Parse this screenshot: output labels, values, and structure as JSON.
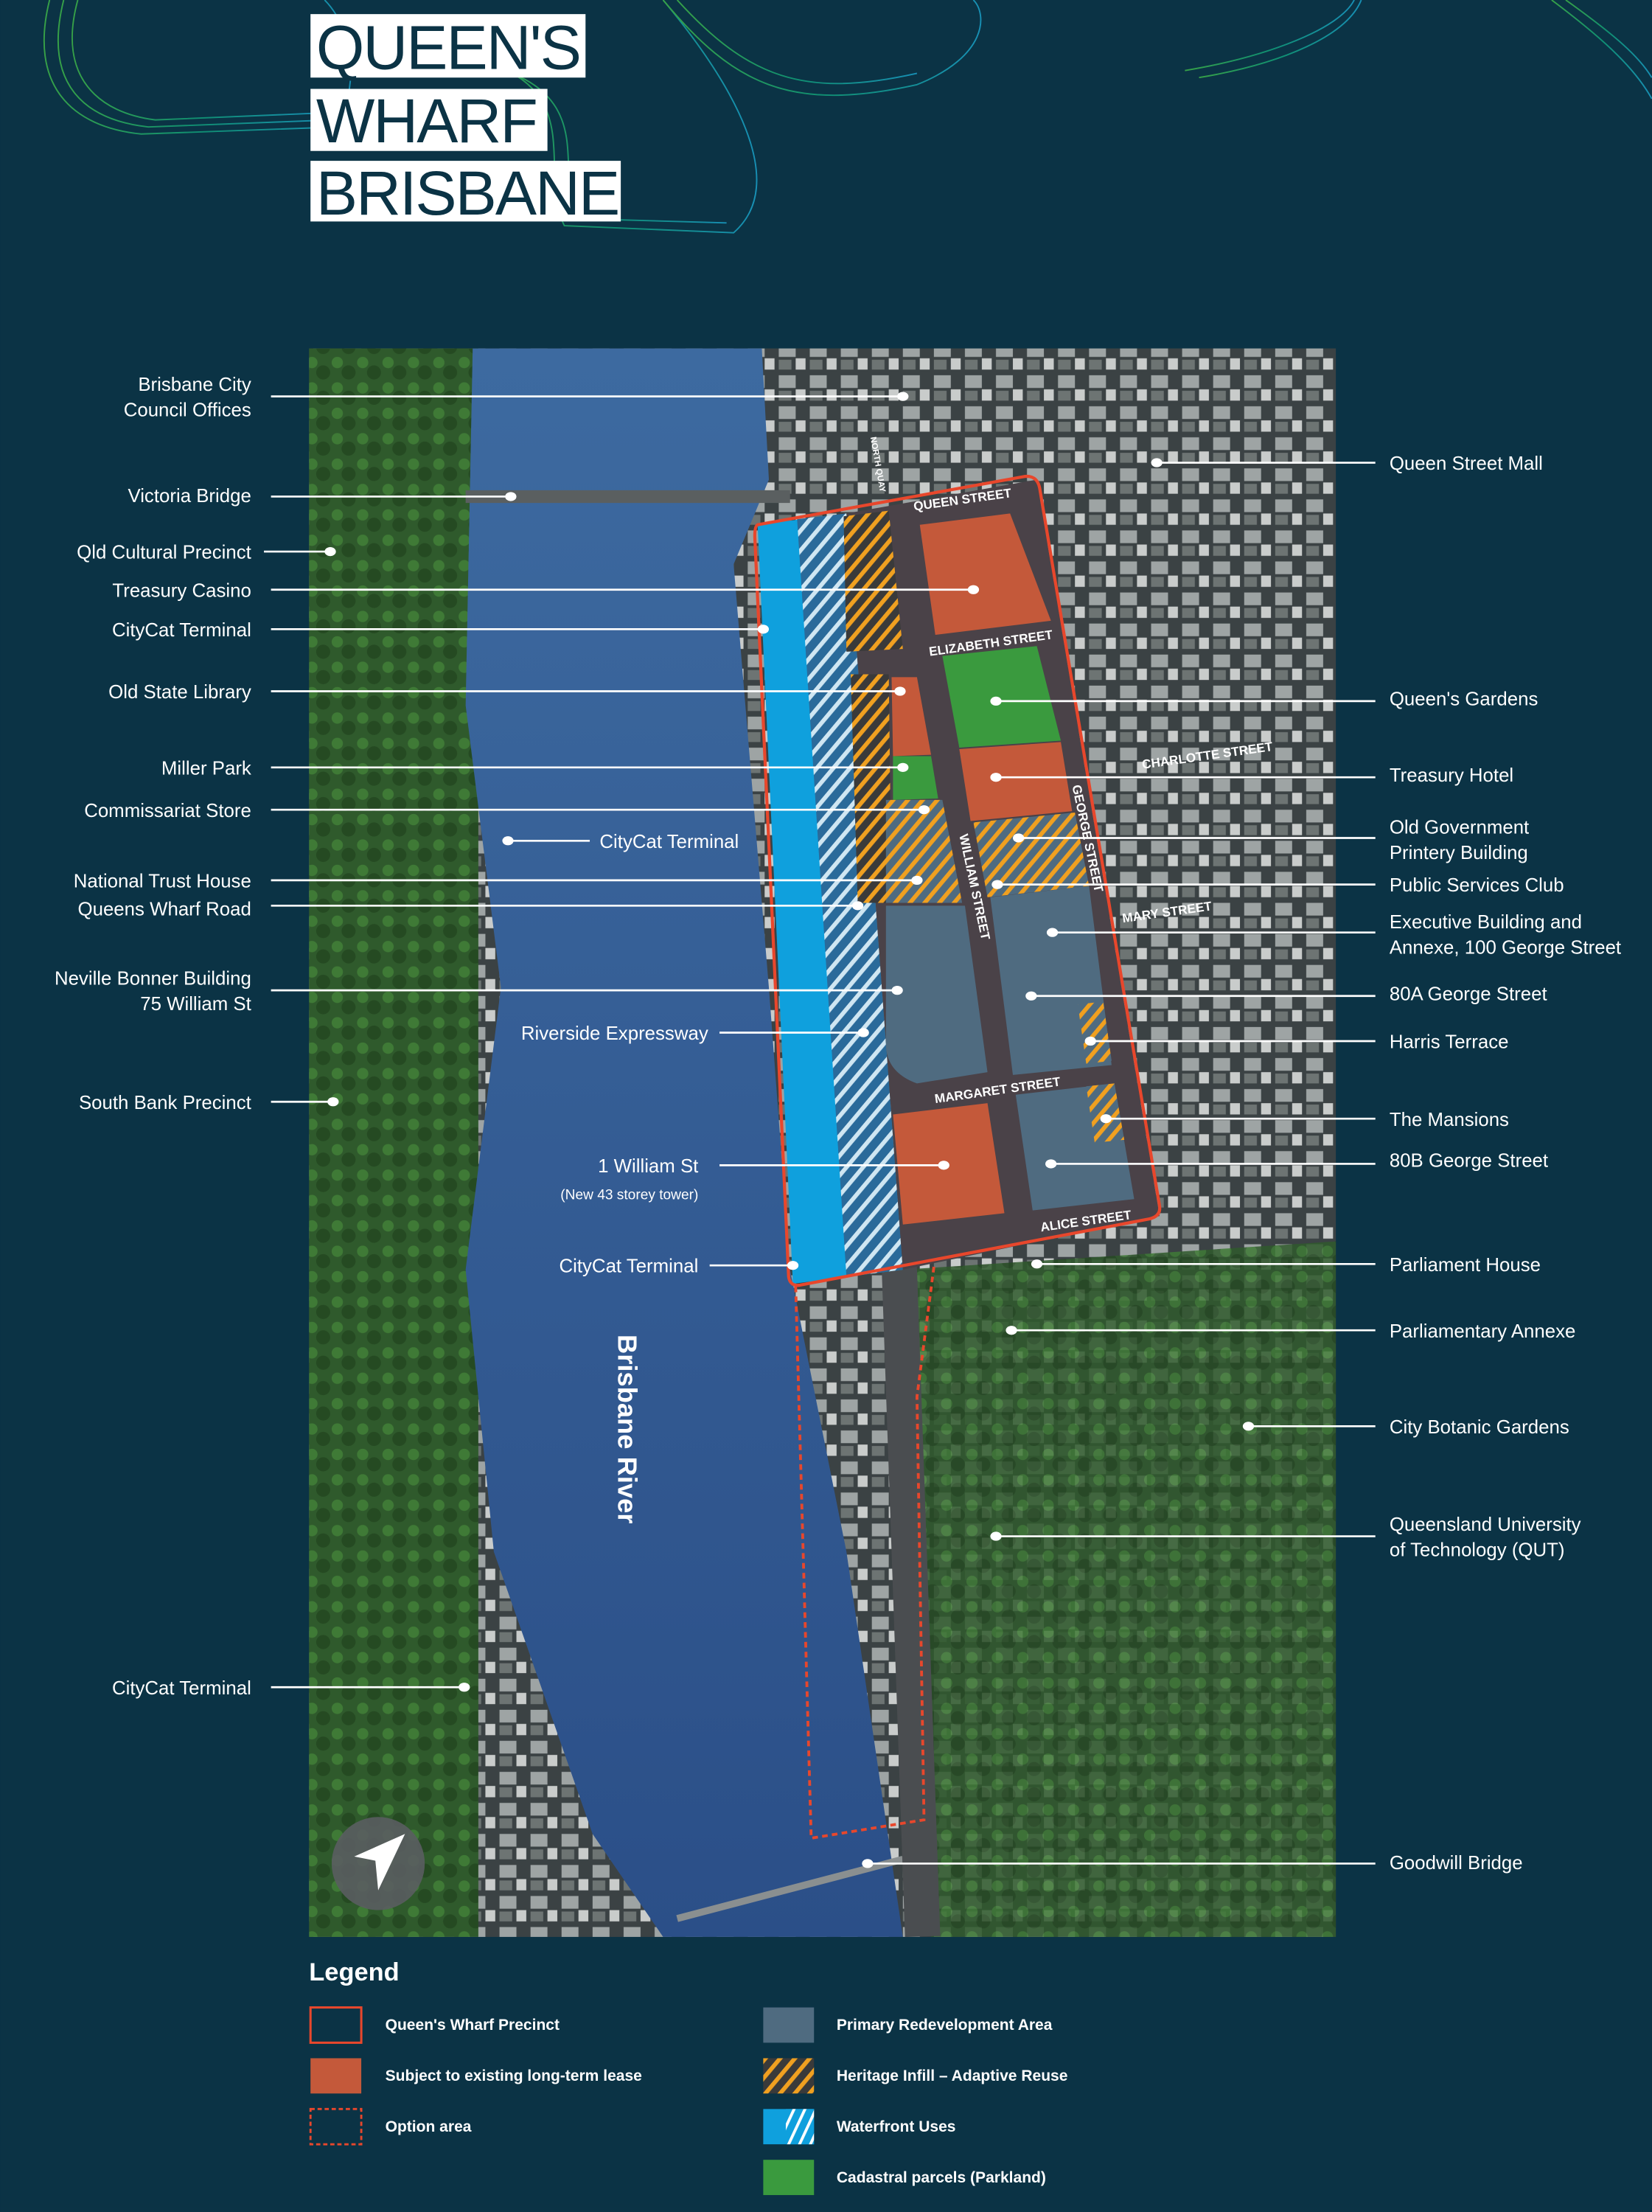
{
  "title": {
    "line1": "QUEEN'S",
    "line2": "WHARF",
    "line3": "BRISBANE"
  },
  "colors": {
    "background": "#0b3345",
    "precinct_outline": "#e8472c",
    "lease": "#c4593a",
    "primary_redevelopment": "#4f6b80",
    "heritage_hatch": "#f0a020",
    "waterfront": "#0fa0dd",
    "parkland": "#3a9a3e"
  },
  "map": {
    "river_name": "Brisbane River",
    "compass_icon": "north-arrow-icon",
    "streets": [
      "QUEEN STREET",
      "ELIZABETH STREET",
      "CHARLOTTE STREET",
      "GEORGE STREET",
      "WILLIAM STREET",
      "MARY STREET",
      "MARGARET STREET",
      "ALICE STREET",
      "NORTH QUAY"
    ],
    "left_labels": [
      {
        "lines": [
          "Brisbane City",
          "Council Offices"
        ]
      },
      {
        "lines": [
          "Victoria Bridge"
        ]
      },
      {
        "lines": [
          "Qld Cultural Precinct"
        ]
      },
      {
        "lines": [
          "Treasury Casino"
        ]
      },
      {
        "lines": [
          "CityCat Terminal"
        ]
      },
      {
        "lines": [
          "Old State Library"
        ]
      },
      {
        "lines": [
          "Miller Park"
        ]
      },
      {
        "lines": [
          "Commissariat Store"
        ]
      },
      {
        "lines": [
          "National Trust House"
        ]
      },
      {
        "lines": [
          "Queens Wharf Road"
        ]
      },
      {
        "lines": [
          "Neville Bonner Building",
          "75 William St"
        ]
      },
      {
        "lines": [
          "South Bank Precinct"
        ]
      },
      {
        "lines": [
          "CityCat Terminal"
        ]
      }
    ],
    "middle_labels": [
      {
        "lines": [
          "CityCat Terminal"
        ]
      },
      {
        "lines": [
          "Riverside Expressway"
        ]
      },
      {
        "lines": [
          "1 William St"
        ],
        "note": "(New 43 storey tower)"
      },
      {
        "lines": [
          "CityCat Terminal"
        ]
      }
    ],
    "right_labels": [
      {
        "lines": [
          "Queen Street Mall"
        ]
      },
      {
        "lines": [
          "Queen's Gardens"
        ]
      },
      {
        "lines": [
          "Treasury Hotel"
        ]
      },
      {
        "lines": [
          "Old Government",
          "Printery Building"
        ]
      },
      {
        "lines": [
          "Public Services Club"
        ]
      },
      {
        "lines": [
          "Executive Building and",
          "Annexe, 100 George Street"
        ]
      },
      {
        "lines": [
          "80A George Street"
        ]
      },
      {
        "lines": [
          "Harris Terrace"
        ]
      },
      {
        "lines": [
          "The Mansions"
        ]
      },
      {
        "lines": [
          "80B George Street"
        ]
      },
      {
        "lines": [
          "Parliament House"
        ]
      },
      {
        "lines": [
          "Parliamentary Annexe"
        ]
      },
      {
        "lines": [
          "City Botanic Gardens"
        ]
      },
      {
        "lines": [
          "Queensland University",
          "of Technology (QUT)"
        ]
      },
      {
        "lines": [
          "Goodwill Bridge"
        ]
      }
    ]
  },
  "legend": {
    "title": "Legend",
    "items": [
      {
        "label": "Queen's Wharf Precinct",
        "swatch": "outline"
      },
      {
        "label": "Subject to existing long-term lease",
        "swatch": "lease"
      },
      {
        "label": "Option area",
        "swatch": "dashed"
      },
      {
        "label": "Primary Redevelopment Area",
        "swatch": "primary"
      },
      {
        "label": "Heritage Infill  – Adaptive Reuse",
        "swatch": "heritage"
      },
      {
        "label": "Waterfront Uses",
        "swatch": "waterfront"
      },
      {
        "label": "Cadastral parcels (Parkland)",
        "swatch": "parkland"
      }
    ]
  }
}
